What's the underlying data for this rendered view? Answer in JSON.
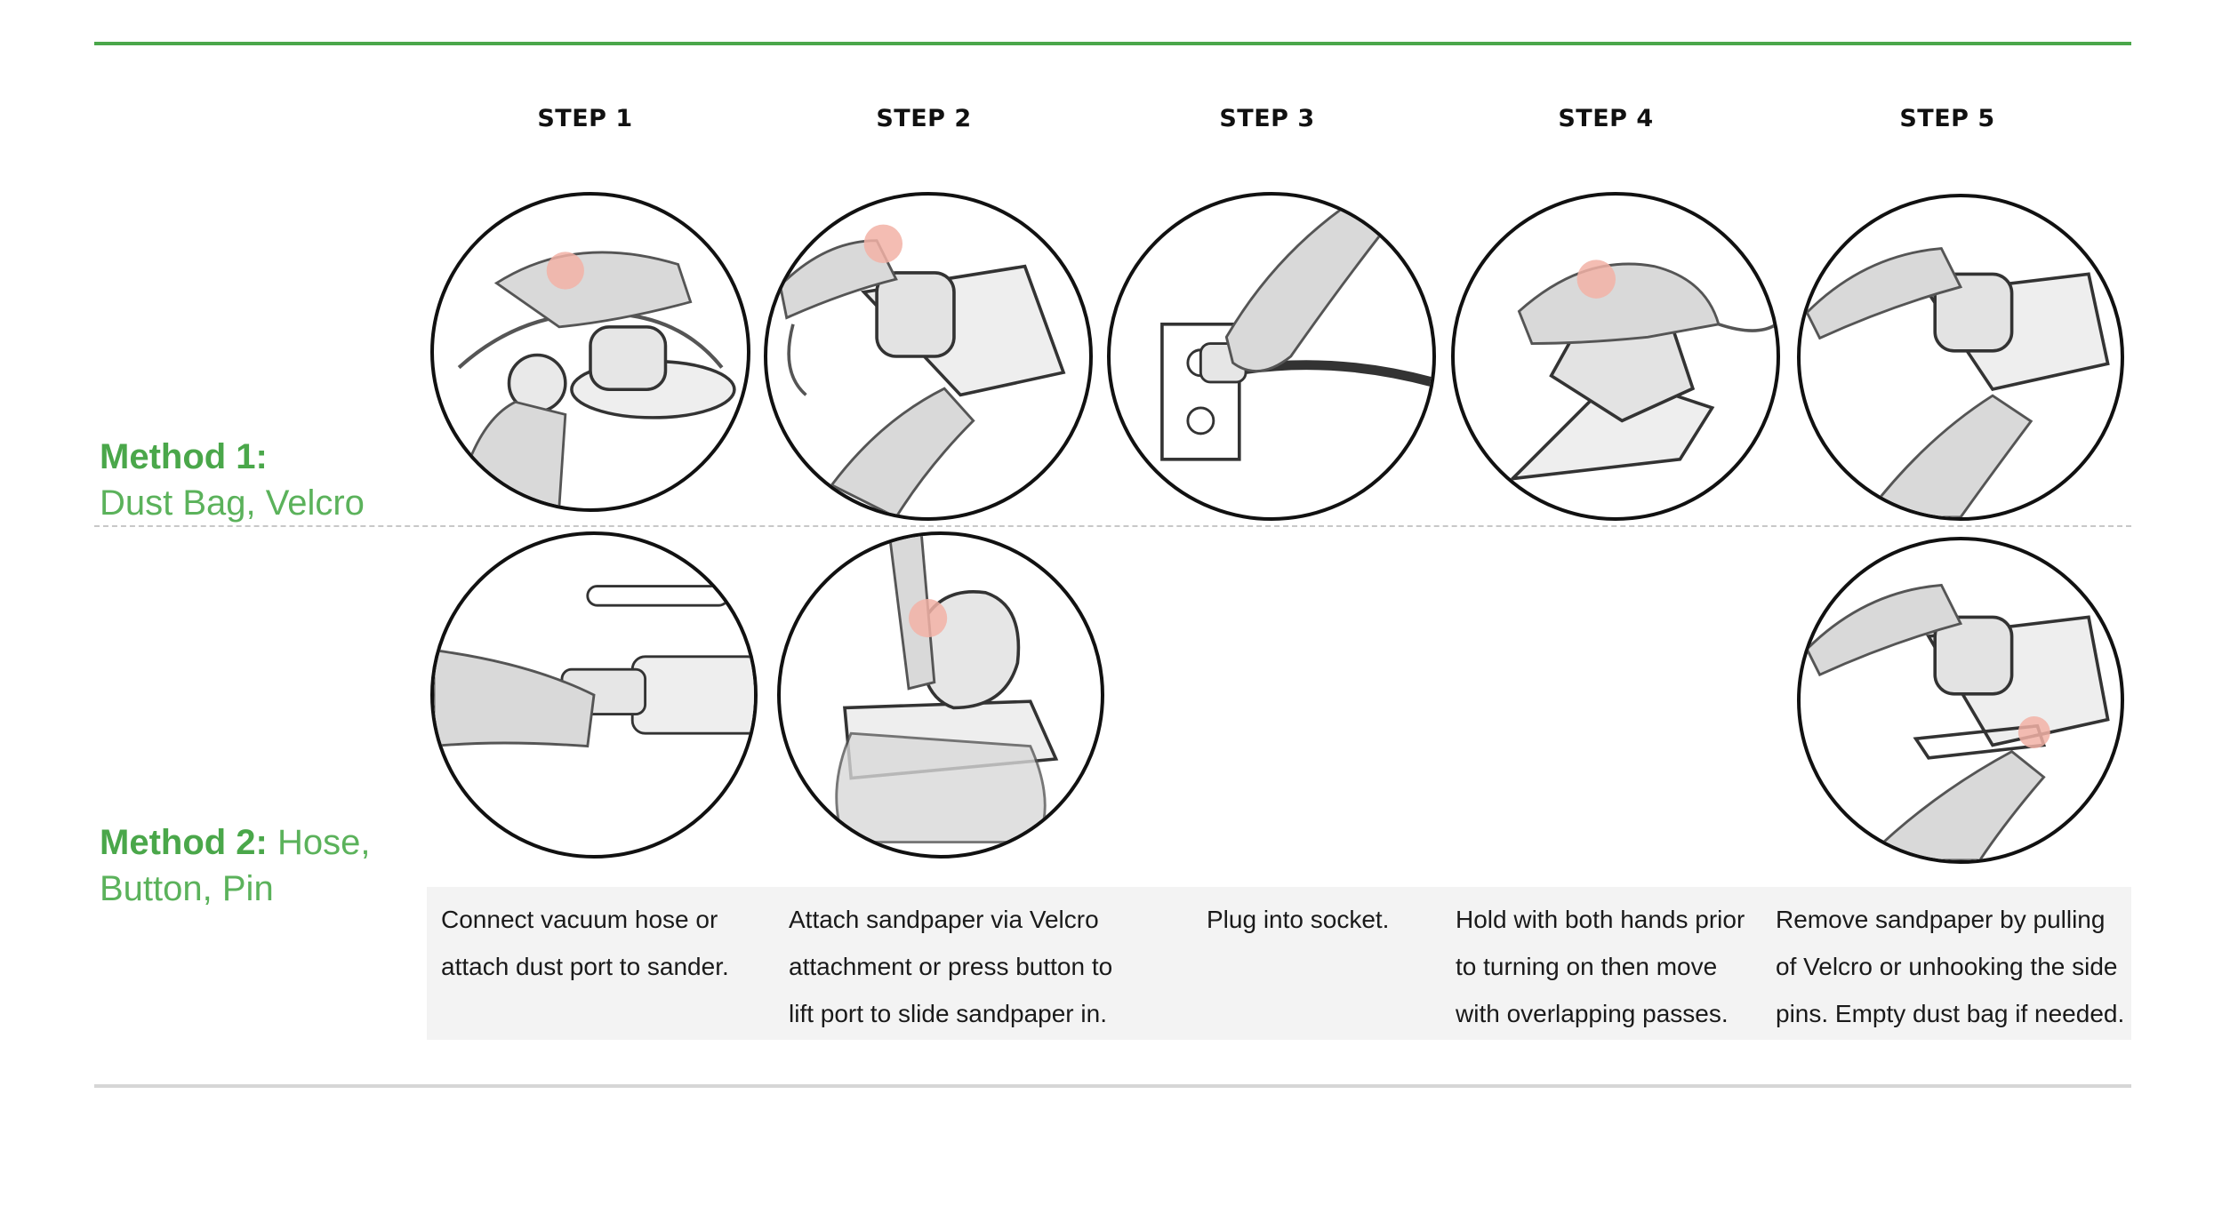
{
  "steps": [
    {
      "title": "STEP 1",
      "description": "Connect vacuum hose or\nattach dust port to sander."
    },
    {
      "title": "STEP 2",
      "description": "Attach sandpaper via Velcro\nattachment or press button to\nlift port to slide sandpaper in."
    },
    {
      "title": "STEP 3",
      "description": "Plug into socket."
    },
    {
      "title": "STEP 4",
      "description": "Hold with both hands prior\nto turning on then move\nwith overlapping passes."
    },
    {
      "title": "STEP 5",
      "description": "Remove sandpaper by pulling\nof Velcro or unhooking the side\npins. Empty dust bag if needed."
    }
  ],
  "methods": [
    {
      "name": "Method 1:",
      "desc": "Dust Bag, Velcro"
    },
    {
      "name": "Method 2:",
      "desc": "Hose, Button, Pin"
    }
  ],
  "colors": {
    "accent": "#4aa74a",
    "highlight": "#f2b2a6",
    "band": "#f3f3f3"
  },
  "illustrations": [
    {
      "icon": "hand-on-sander-icon"
    },
    {
      "icon": "attach-sandpaper-icon"
    },
    {
      "icon": "plug-in-socket-icon"
    },
    {
      "icon": "hold-sander-icon"
    },
    {
      "icon": "remove-sandpaper-icon"
    },
    {
      "icon": "connect-hose-icon"
    },
    {
      "icon": "press-button-icon"
    },
    {
      "icon": "unhook-pin-icon"
    }
  ]
}
